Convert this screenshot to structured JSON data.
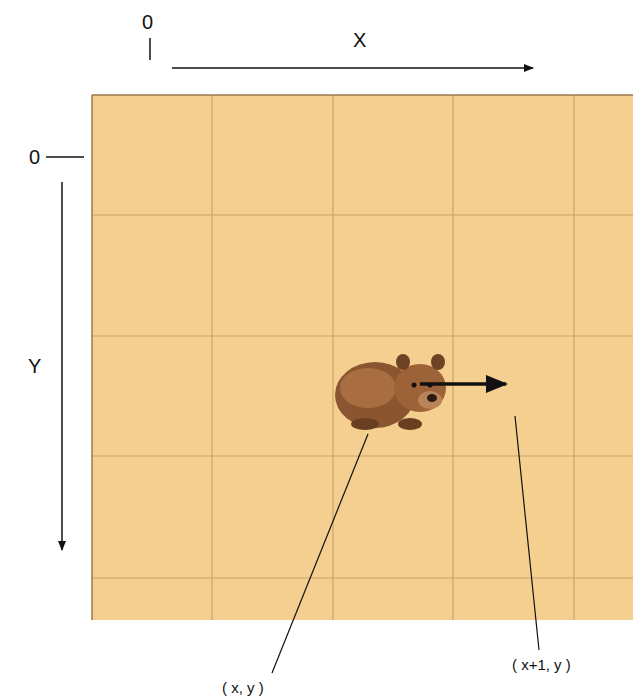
{
  "diagram": {
    "labels": [
      "0",
      "X",
      "0",
      "Y",
      "( x, y )",
      "( x+1, y )"
    ]
  }
}
